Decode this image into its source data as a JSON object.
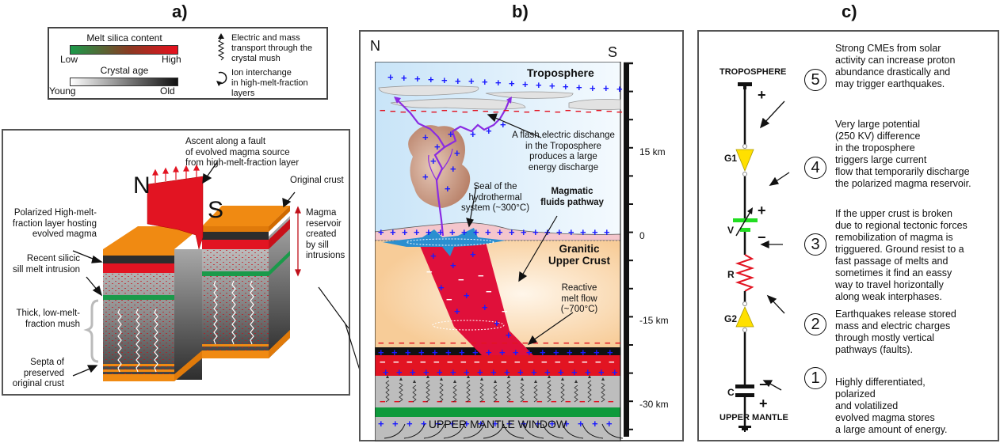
{
  "panels": {
    "a": {
      "label": "a)",
      "legend": {
        "silica": {
          "title": "Melt silica content",
          "low": "Low",
          "high": "High",
          "colors": [
            "#1a9a4a",
            "#e8101e"
          ]
        },
        "age": {
          "title": "Crystal age",
          "low": "Young",
          "high": "Old",
          "colors": [
            "#ffffff",
            "#111111"
          ]
        },
        "transport": "Electric and mass\ntransport through the\ncrystal mush",
        "ion": "Ion interchange\nin high-melt-fraction\nlayers"
      },
      "block": {
        "north": "N",
        "south": "S",
        "annotations": {
          "ascent": "Ascent along a fault\nof evolved magma source\nfrom high-melt-fraction layer",
          "original_crust": "Original crust",
          "polarized_layer": "Polarized High-melt-\nfraction layer hosting\nevolved magma",
          "reservoir": "Magma\nreservoir\ncreated\nby sill\nintrusions",
          "recent_sill": "Recent silicic\nsill melt intrusion",
          "mush": "Thick, low-melt-\nfraction mush",
          "septa": "Septa of\npreserved\noriginal crust"
        }
      }
    },
    "b": {
      "label": "b)",
      "north": "N",
      "south": "S",
      "layers": {
        "troposphere": "Troposphere",
        "granitic": "Granitic\nUpper Crust",
        "footer": "UPPER MANTLE WINDOW"
      },
      "annotations": {
        "flash": "A flash electric dischange\nin the Troposphere\nproduces a large\nenergy discharge",
        "seal": "Seal of the\nhydrothermal\nsystem (~300°C)",
        "fluids": "Magmatic\nfluids pathway",
        "reactive": "Reactive\nmelt flow\n(~700°C)"
      },
      "depth_scale": {
        "ticks": [
          "15 km",
          "0",
          "-15 km",
          "-30 km"
        ]
      },
      "charges": {
        "positive": "+",
        "negative": "−"
      },
      "colors": {
        "sky": "#d6ecfa",
        "crust": "#f8d3a8",
        "magma": "#e0103a",
        "reservoir": "#e21422",
        "mantle": "#bdbdbd",
        "green": "#0e9a3c",
        "hydro": "#2a8fd0",
        "seal": "#f4c6cc",
        "lightning": "#8a2be2"
      }
    },
    "c": {
      "label": "c)",
      "circuit": {
        "top": "TROPOSPHERE",
        "bottom": "UPPER MANTLE",
        "components": [
          "G1",
          "V",
          "R",
          "G2",
          "C"
        ],
        "plus": "+",
        "minus": "−"
      },
      "steps": [
        {
          "num": "5",
          "text": "Strong CMEs from solar\nactivity can increase proton\nabundance drastically and\nmay trigger earthquakes."
        },
        {
          "num": "4",
          "text": "Very large potential\n(250 KV) difference\nin the troposphere\ntriggers large current\nflow that temporarily discharge\nthe polarized magma reservoir."
        },
        {
          "num": "3",
          "text": "If the upper crust is broken\ndue to regional tectonic forces\nremobilization of magma is\ntrigguered. Ground resist to a\nfast passage of melts and\nsometimes it find an eassy\nway to travel horizontally\nalong weak interphases."
        },
        {
          "num": "2",
          "text": "Earthquakes release stored\nmass and electric charges\nthrough mostly vertical\npathways (faults)."
        },
        {
          "num": "1",
          "text": "Highly differentiated,\npolarized\nand volatilized\nevolved magma stores\na large amount of energy."
        }
      ]
    }
  }
}
